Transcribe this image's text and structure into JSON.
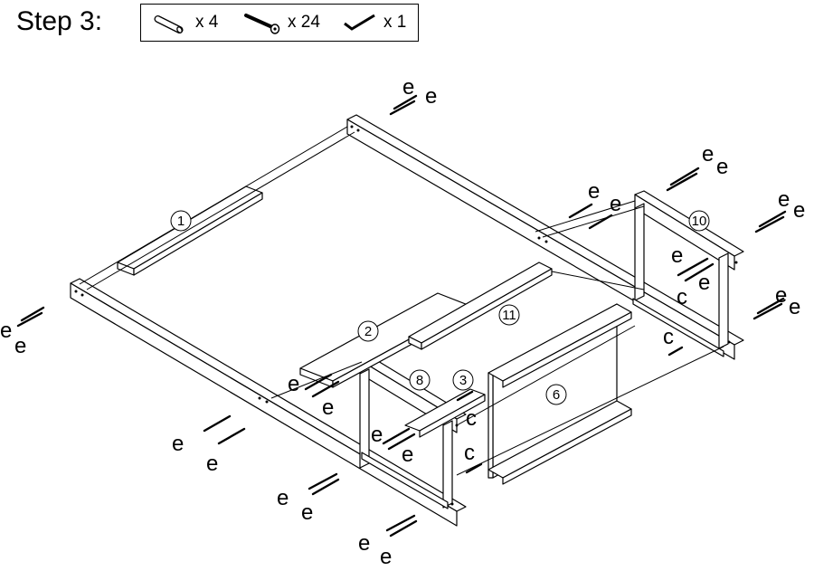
{
  "title": "Step 3:",
  "hardware": [
    {
      "icon": "dowel-icon",
      "qty": "x 4"
    },
    {
      "icon": "bolt-icon",
      "qty": "x 24"
    },
    {
      "icon": "allen-key-icon",
      "qty": "x 1"
    }
  ],
  "parts": [
    {
      "num": "1"
    },
    {
      "num": "2"
    },
    {
      "num": "11"
    },
    {
      "num": "8"
    },
    {
      "num": "3"
    },
    {
      "num": "6"
    },
    {
      "num": "10"
    }
  ],
  "fastener_labels": {
    "e": "e",
    "c": "c"
  }
}
